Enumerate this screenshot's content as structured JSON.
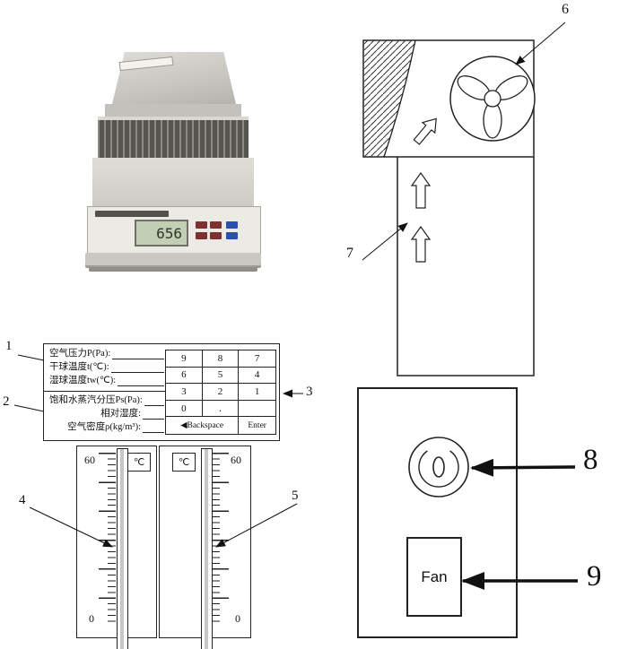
{
  "instrument": {
    "display_value": "656"
  },
  "parts": {
    "p1": "1",
    "p2": "2",
    "p3": "3",
    "p4": "4",
    "p5": "5",
    "p6": "6",
    "p7": "7",
    "p8": "8",
    "p9": "9"
  },
  "input_panel": {
    "fields_top": [
      {
        "label": "空气压力P(Pa):"
      },
      {
        "label": "干球温度t(℃):"
      },
      {
        "label": "湿球温度tw(℃):"
      }
    ],
    "fields_bottom": [
      {
        "label": "饱和水蒸汽分压Ps(Pa):"
      },
      {
        "label": "相对湿度:"
      },
      {
        "label": "空气密度ρ(kg/m³):"
      }
    ],
    "keypad": {
      "keys": [
        "9",
        "8",
        "7",
        "6",
        "5",
        "4",
        "3",
        "2",
        "1",
        "0",
        ".",
        ""
      ],
      "backspace": "◀Backspace",
      "enter": "Enter"
    }
  },
  "thermometer": {
    "unit": "℃",
    "max": "60",
    "min": "0"
  },
  "control_panel": {
    "fan_button": "Fan"
  }
}
